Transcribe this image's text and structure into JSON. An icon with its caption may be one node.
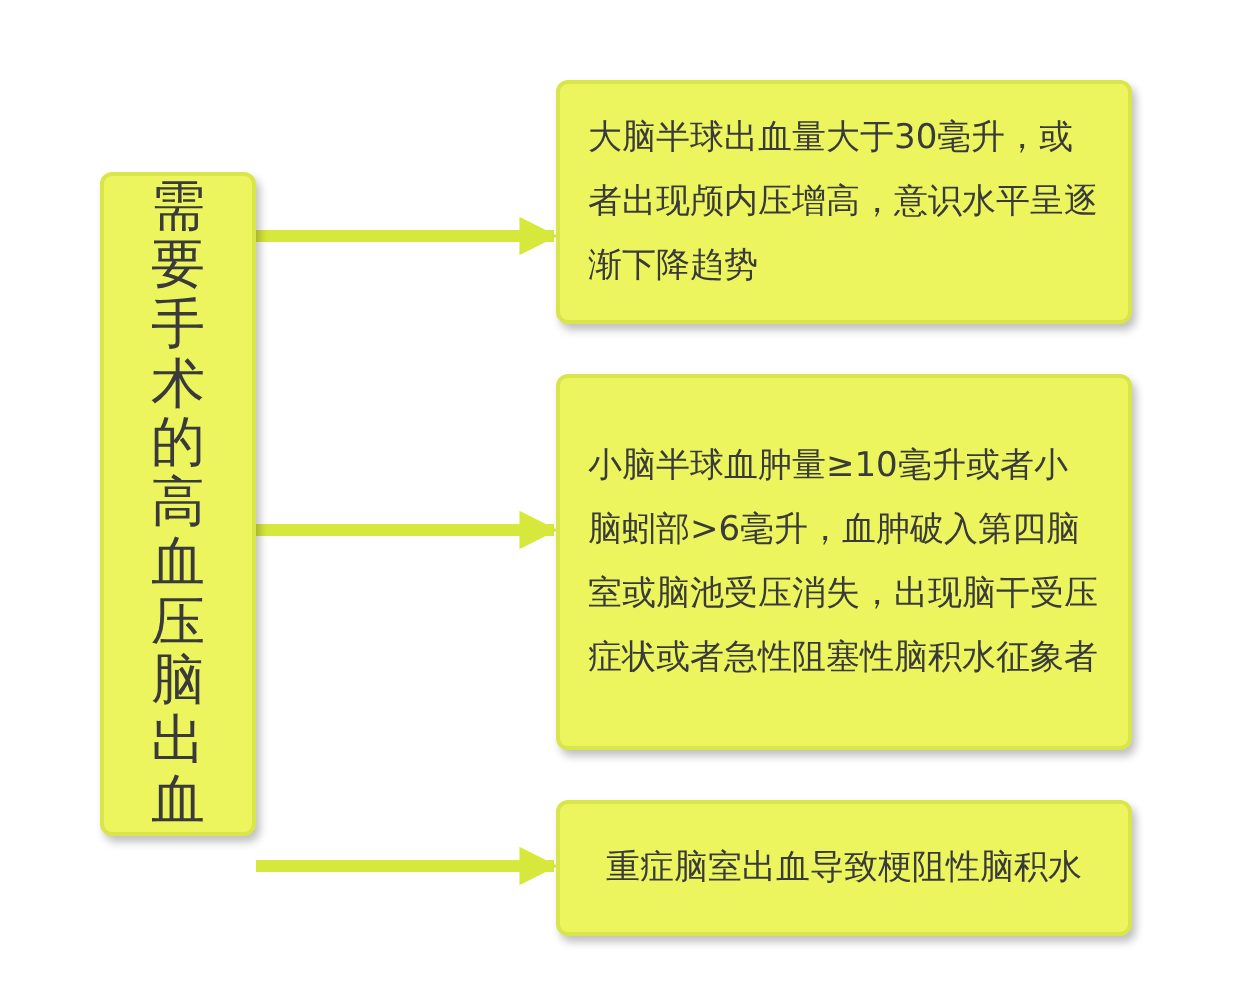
{
  "diagram": {
    "nodes": [
      {
        "text": [
          "需要手术的高血压脑出血"
        ]
      },
      {
        "text": [
          "大脑半球出血量大于30毫升，或者出现颅内压增高，意识水平呈逐渐下降趋势"
        ]
      },
      {
        "text": [
          "小脑半球血肿量≥10毫升或者小脑蚓部>6毫升，血肿破入第四脑室或脑池受压消失，出现脑干受压症状或者急性阻塞性脑积水征象者"
        ]
      },
      {
        "text": [
          "重症脑室出血导致梗阻性脑积水"
        ]
      }
    ],
    "edges": [
      {
        "from": 0,
        "to": 1,
        "arrow": "to"
      },
      {
        "from": 0,
        "to": 2,
        "arrow": "to"
      },
      {
        "from": 0,
        "to": 3,
        "arrow": "to"
      }
    ]
  }
}
